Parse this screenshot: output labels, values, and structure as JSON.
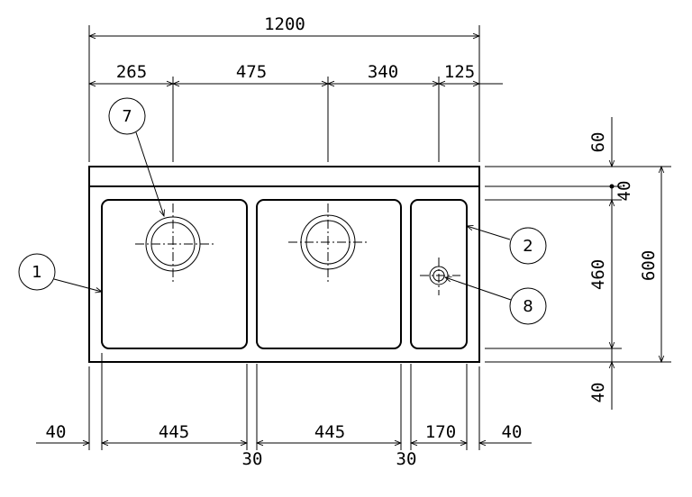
{
  "dimensions": {
    "overall_width": "1200",
    "top_265": "265",
    "top_475": "475",
    "top_340": "340",
    "top_125": "125",
    "right_60": "60",
    "right_40_top": "40",
    "right_460": "460",
    "right_600": "600",
    "right_40_bottom": "40",
    "bottom_40_left": "40",
    "bottom_445_a": "445",
    "bottom_445_b": "445",
    "bottom_170": "170",
    "bottom_40_right": "40",
    "bottom_30_a": "30",
    "bottom_30_b": "30"
  },
  "callouts": [
    "1",
    "2",
    "7",
    "8"
  ]
}
